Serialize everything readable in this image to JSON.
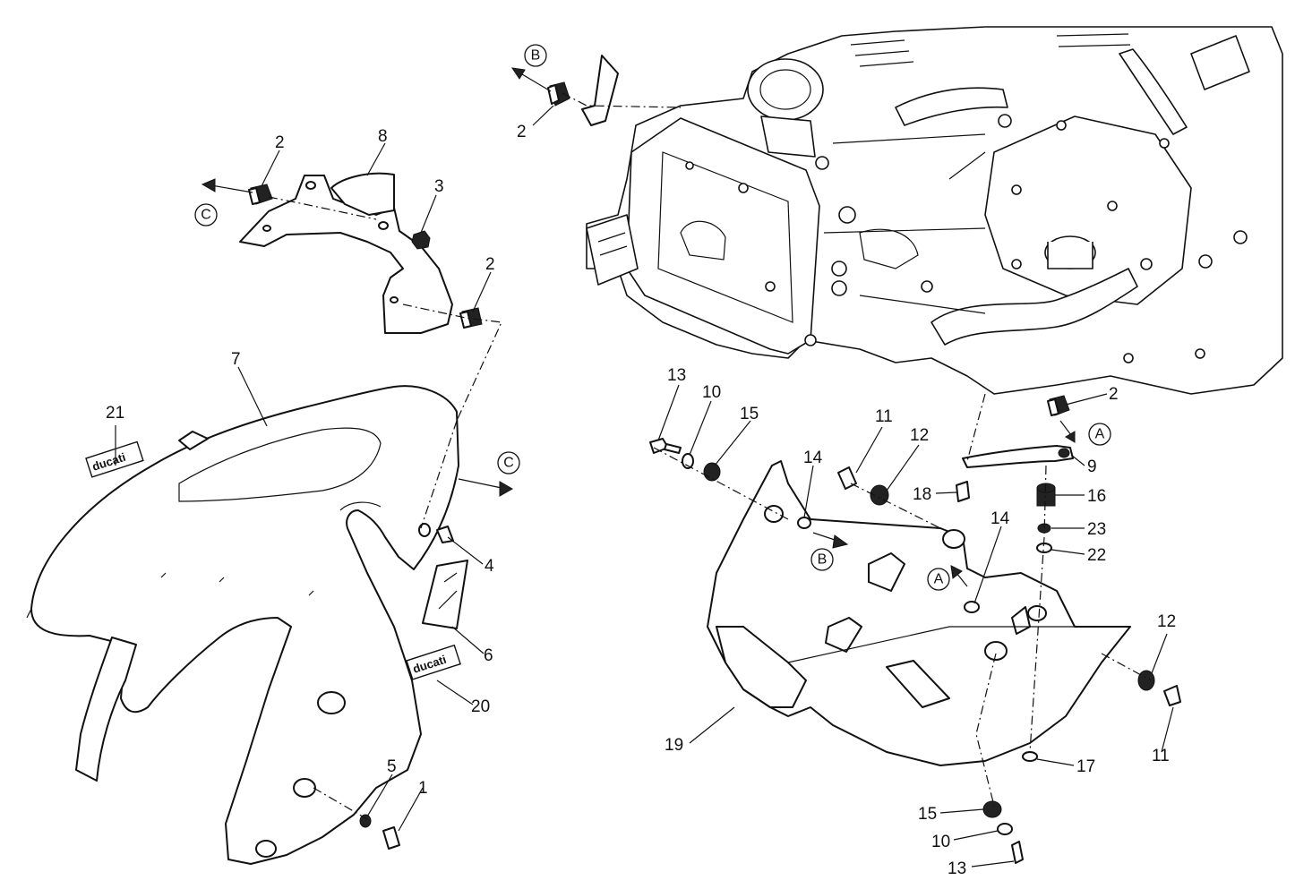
{
  "callouts": {
    "p1": "1",
    "p2a": "2",
    "p2b": "2",
    "p2c": "2",
    "p2d": "2",
    "p3": "3",
    "p4": "4",
    "p5": "5",
    "p6": "6",
    "p7": "7",
    "p8": "8",
    "p9": "9",
    "p10a": "10",
    "p10b": "10",
    "p11a": "11",
    "p11b": "11",
    "p12a": "12",
    "p12b": "12",
    "p13a": "13",
    "p13b": "13",
    "p14a": "14",
    "p14b": "14",
    "p15a": "15",
    "p15b": "15",
    "p16": "16",
    "p17": "17",
    "p18": "18",
    "p19": "19",
    "p20": "20",
    "p21": "21",
    "p22": "22",
    "p23": "23"
  },
  "reference_marks": {
    "a1": "A",
    "a2": "A",
    "b1": "B",
    "b2": "B",
    "c1": "C",
    "c2": "C"
  },
  "stickers": {
    "brand_top": "ducati",
    "brand_bottom": "ducati"
  }
}
